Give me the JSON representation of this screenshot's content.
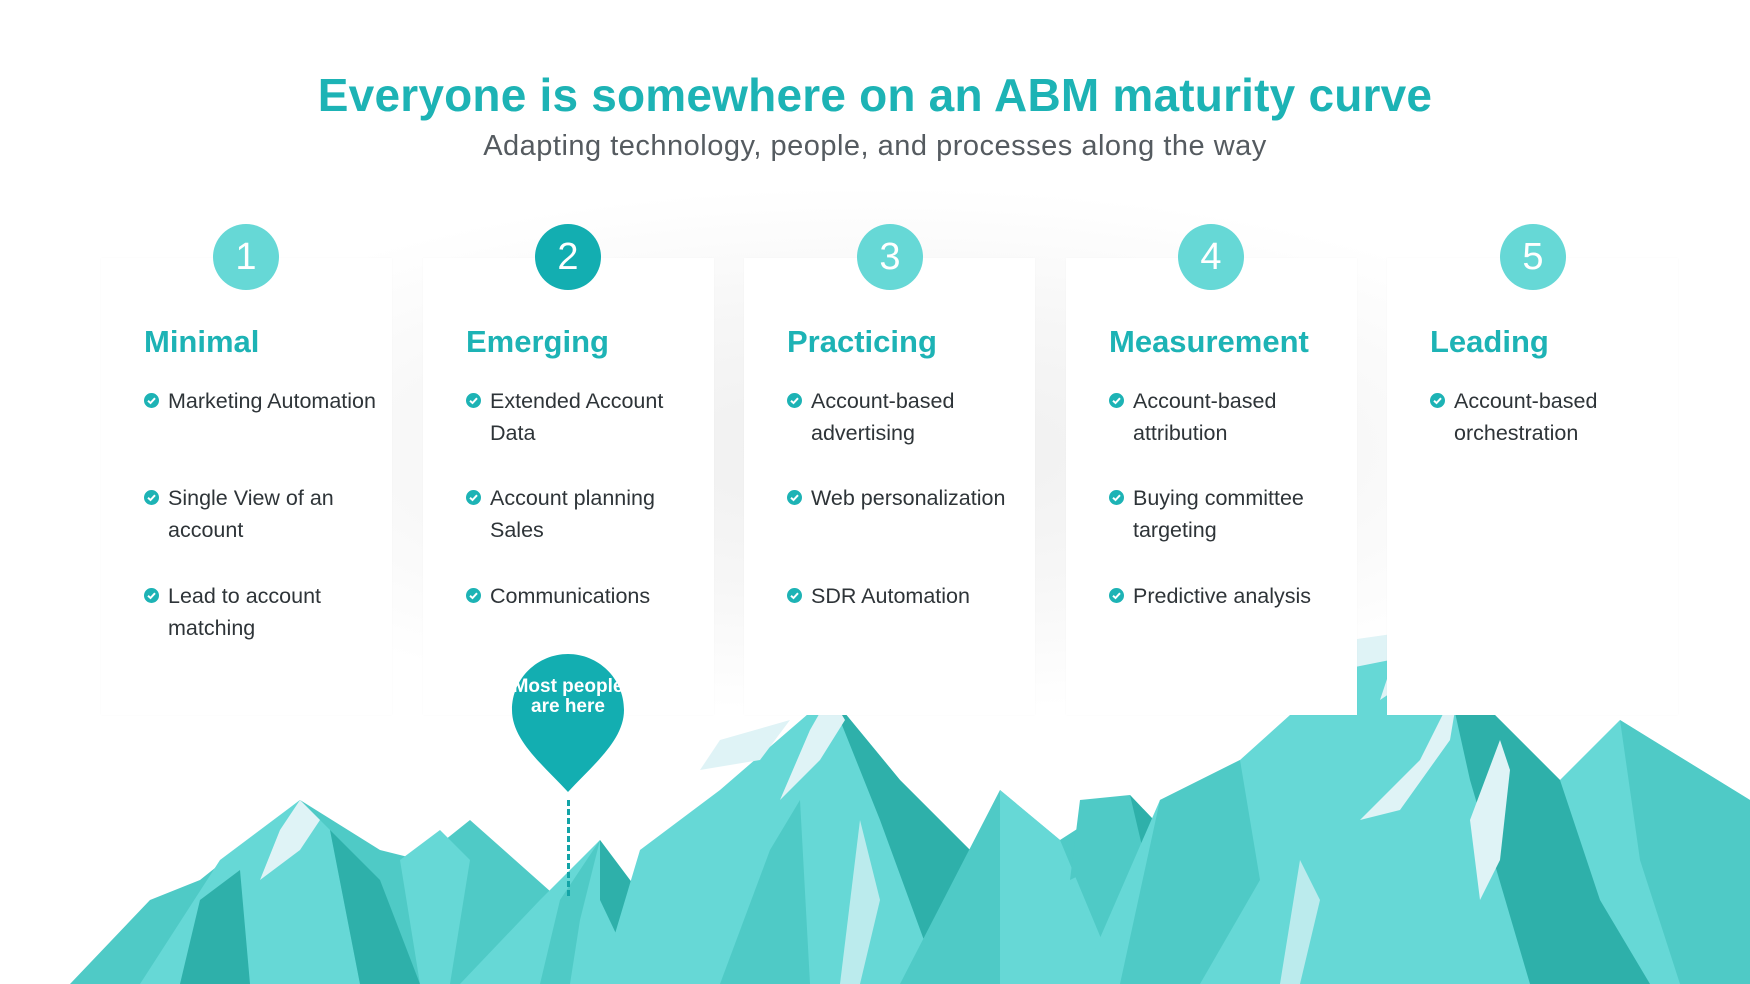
{
  "header": {
    "title": "Everyone is somewhere on an ABM maturity curve",
    "subtitle": "Adapting technology, people, and processes along the way"
  },
  "colors": {
    "accent": "#1db3b5",
    "badge": "#66d8d6",
    "badge_active": "#13aeb1",
    "mountain_light": "#66d8d6",
    "mountain_mid": "#4fcac6",
    "mountain_dark": "#2eb0aa",
    "snow": "#dff3f6"
  },
  "stages": [
    {
      "number": "1",
      "title": "Minimal",
      "items": [
        "Marketing Automation",
        "Single View of an account",
        "Lead to account matching"
      ]
    },
    {
      "number": "2",
      "title": "Emerging",
      "items": [
        "Extended Account Data",
        "Account planning Sales",
        "Communications"
      ]
    },
    {
      "number": "3",
      "title": "Practicing",
      "items": [
        "Account-based advertising",
        "Web personalization",
        "SDR Automation"
      ]
    },
    {
      "number": "4",
      "title": "Measurement",
      "items": [
        "Account-based attribution",
        "Buying committee targeting",
        "Predictive analysis"
      ]
    },
    {
      "number": "5",
      "title": "Leading",
      "items": [
        "Account-based orchestration"
      ]
    }
  ],
  "marker": {
    "text": "Most people are here",
    "stage": "2"
  }
}
